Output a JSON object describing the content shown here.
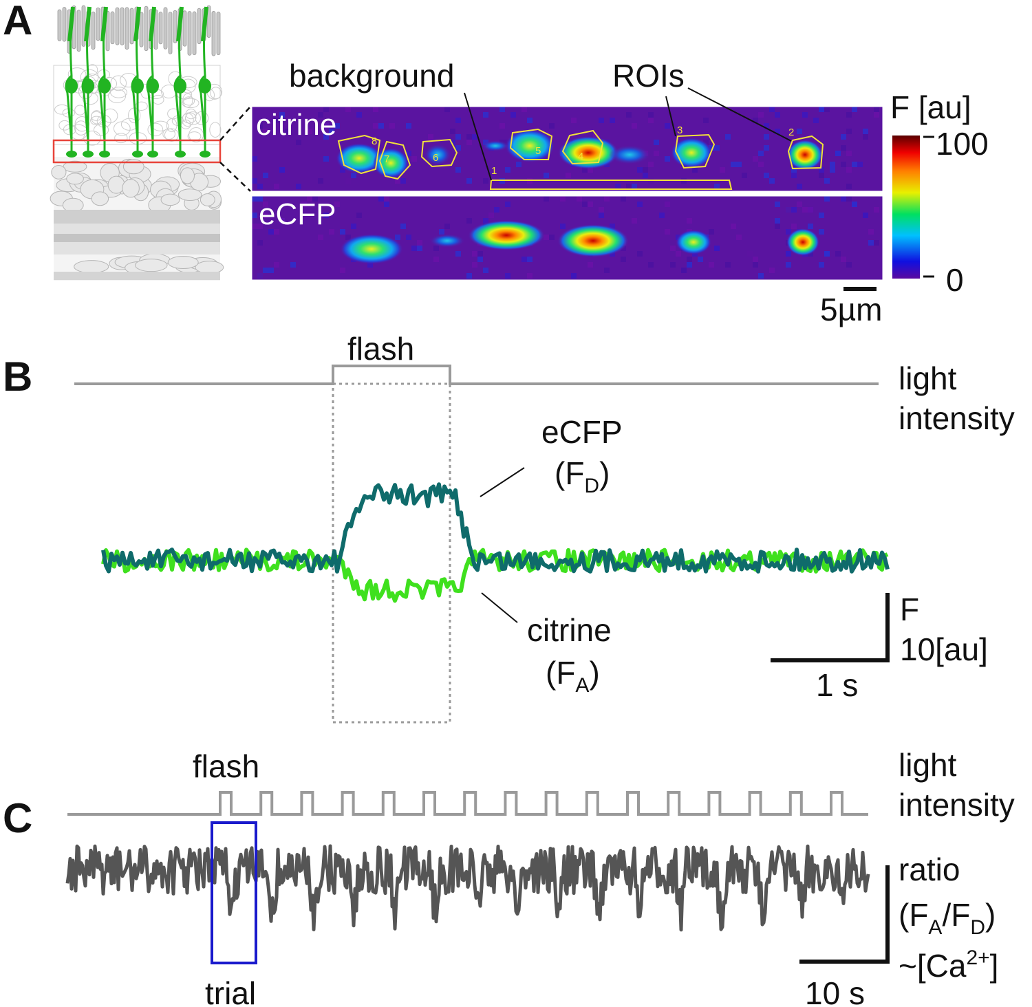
{
  "panel_a": {
    "letter": "A",
    "background_label": "background",
    "rois_label": "ROIs",
    "image_labels": [
      "citrine",
      "eCFP"
    ],
    "roi_numbers": [
      "1",
      "2",
      "3",
      "4",
      "5",
      "6",
      "7",
      "8"
    ],
    "colorbar": {
      "title": "F [au]",
      "max": "100",
      "min": "0"
    },
    "scalebar_label": "5µm"
  },
  "panel_b": {
    "letter": "B",
    "flash_label": "flash",
    "stimulus_label_line1": "light",
    "stimulus_label_line2": "intensity",
    "ecfp_label": "eCFP",
    "ecfp_sym": "(F",
    "ecfp_sub": "D",
    "ecfp_close": ")",
    "citrine_label": "citrine",
    "citrine_sym": "(F",
    "citrine_sub": "A",
    "citrine_close": ")",
    "scale_y_line1": "F",
    "scale_y_line2": "10[au]",
    "scale_x": "1 s"
  },
  "panel_c": {
    "letter": "C",
    "flash_label": "flash",
    "stimulus_label_line1": "light",
    "stimulus_label_line2": "intensity",
    "trial_label": "trial",
    "ratio_line1": "ratio",
    "ratio_line2": {
      "p1": "(F",
      "s1": "A",
      "p2": "/F",
      "s2": "D",
      "p3": ")"
    },
    "ratio_line3": {
      "p1": "~[Ca",
      "sup": "2+",
      "p2": "]"
    },
    "scale_x": "10 s"
  },
  "colors": {
    "ecfp_trace": "#0f6b6b",
    "citrine_trace": "#3fe01e",
    "stimulus": "#9a9a9a",
    "ratio_trace": "#555555",
    "trial_box": "#1a1acc",
    "roi_outline": "#f2e23a",
    "retina_cells": "#22b422",
    "image_background": "#5a14a0"
  }
}
